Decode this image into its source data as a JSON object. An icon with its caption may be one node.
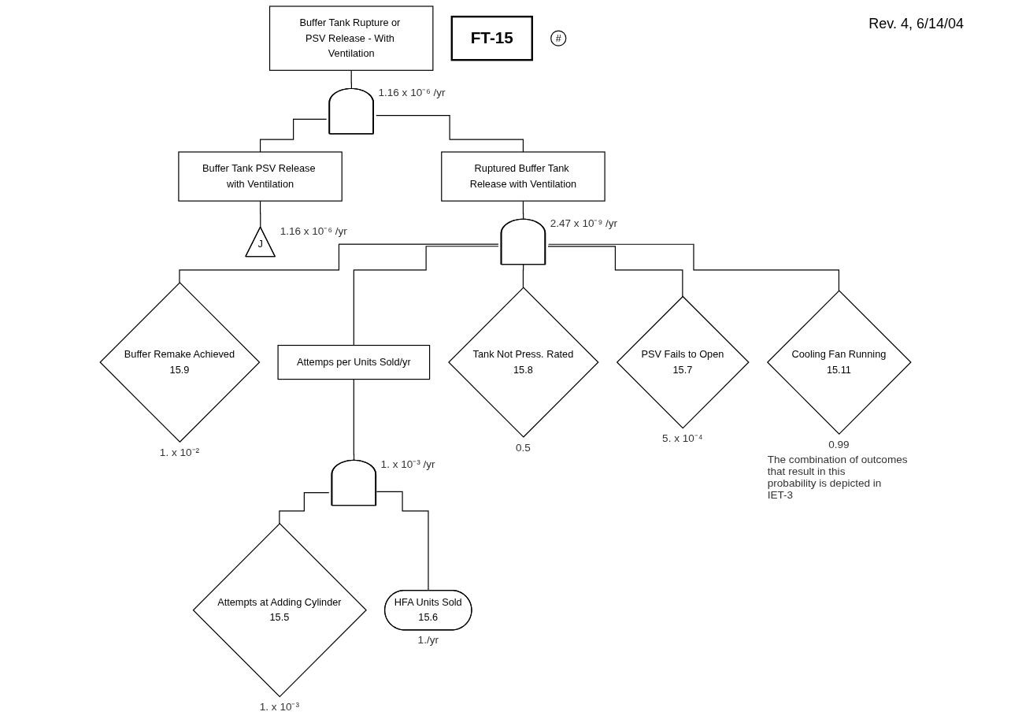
{
  "diagram": {
    "nodes": [
      {
        "text": [
          "Buffer Tank Rupture or PSV Release - With Ventilation"
        ]
      },
      {
        "text": [
          "FT-15"
        ]
      },
      {
        "text": [],
        "shape": "gate",
        "beside": [
          "1.16 x 10⁻⁶ /yr"
        ]
      },
      {
        "text": [
          "Buffer Tank PSV Release with Ventilation"
        ]
      },
      {
        "text": [
          "Ruptured Buffer Tank Release with Ventilation"
        ]
      },
      {
        "text": [
          "J"
        ],
        "beside": [
          "1.16 x 10⁻⁶ /yr"
        ]
      },
      {
        "text": [],
        "shape": "gate",
        "beside": [
          "2.47 x 10⁻⁹ /yr"
        ]
      },
      {
        "text": [
          "Buffer Remake Achieved",
          "15.9"
        ],
        "beside": [
          "1. x 10⁻²"
        ]
      },
      {
        "text": [
          "Attemps per Units Sold/yr"
        ]
      },
      {
        "text": [
          "Tank Not Press. Rated",
          "15.8"
        ],
        "beside": [
          "0.5"
        ]
      },
      {
        "text": [
          "PSV Fails to Open",
          "15.7"
        ],
        "beside": [
          "5. x 10⁻⁴"
        ]
      },
      {
        "text": [
          "Cooling Fan Running",
          "15.11"
        ],
        "beside": [
          "0.99",
          "The combination of outcomes that result in this probability is depicted in IET-3"
        ]
      },
      {
        "text": [],
        "shape": "gate",
        "beside": [
          "1. x 10⁻³ /yr"
        ]
      },
      {
        "text": [
          "#"
        ]
      },
      {
        "text": [
          "Attempts at Adding Cylinder",
          "15.5"
        ],
        "beside": [
          "1. x 10⁻³"
        ]
      },
      {
        "text": [
          "HFA Units Sold",
          "15.6"
        ],
        "beside": [
          "1./yr"
        ]
      }
    ],
    "edges": [
      {
        "from": 0,
        "to": 2,
        "arrow": "none"
      },
      {
        "from": 2,
        "to": 3,
        "arrow": "none"
      },
      {
        "from": 2,
        "to": 4,
        "arrow": "none"
      },
      {
        "from": 3,
        "to": 5,
        "arrow": "none"
      },
      {
        "from": 4,
        "to": 6,
        "arrow": "none"
      },
      {
        "from": 6,
        "to": 7,
        "arrow": "none"
      },
      {
        "from": 6,
        "to": 8,
        "arrow": "none"
      },
      {
        "from": 6,
        "to": 9,
        "arrow": "none"
      },
      {
        "from": 6,
        "to": 10,
        "arrow": "none"
      },
      {
        "from": 6,
        "to": 11,
        "arrow": "none"
      },
      {
        "from": 8,
        "to": 12,
        "arrow": "none"
      },
      {
        "from": 12,
        "to": 14,
        "arrow": "none"
      },
      {
        "from": 12,
        "to": 15,
        "arrow": "none"
      }
    ],
    "labels": [
      "Rev. 4, 6/14/04"
    ]
  }
}
